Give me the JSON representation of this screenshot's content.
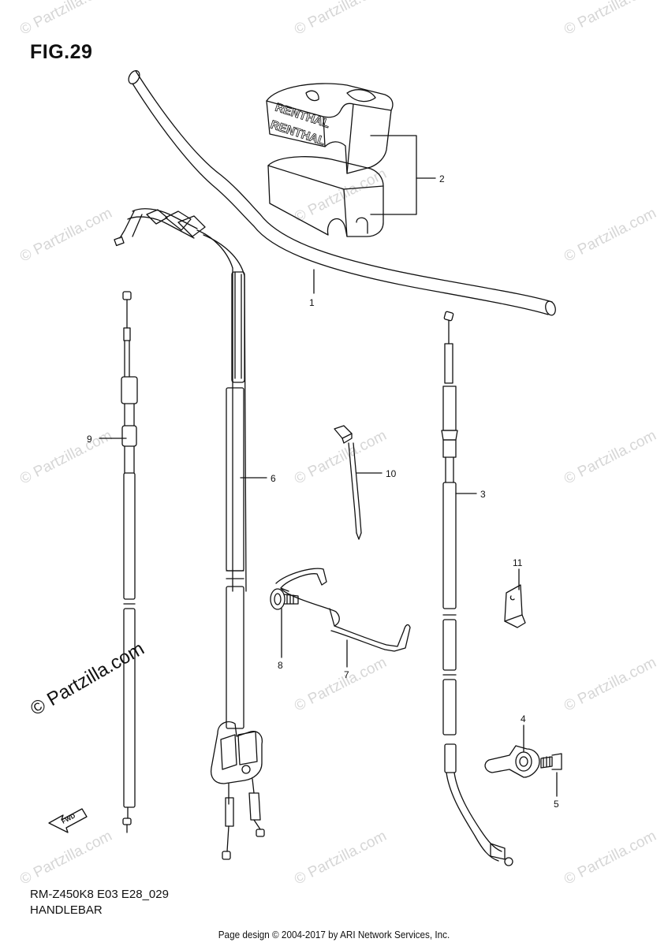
{
  "figure": {
    "title": "FIG.29"
  },
  "footer": {
    "model_code": "RM-Z450K8 E03 E28_029",
    "section_name": "HANDLEBAR",
    "credit": "Page design © 2004-2017 by ARI Network Services, Inc."
  },
  "watermark": {
    "text": "© Partzilla.com"
  },
  "pad": {
    "brand": "RENTHAL"
  },
  "fwd_label": "FWD",
  "callouts": [
    {
      "id": "callout-1",
      "number": "1"
    },
    {
      "id": "callout-2",
      "number": "2"
    },
    {
      "id": "callout-3",
      "number": "3"
    },
    {
      "id": "callout-4",
      "number": "4"
    },
    {
      "id": "callout-5",
      "number": "5"
    },
    {
      "id": "callout-6",
      "number": "6"
    },
    {
      "id": "callout-7",
      "number": "7"
    },
    {
      "id": "callout-8",
      "number": "8"
    },
    {
      "id": "callout-9",
      "number": "9"
    },
    {
      "id": "callout-10",
      "number": "10"
    },
    {
      "id": "callout-11",
      "number": "11"
    }
  ],
  "colors": {
    "line": "#111111",
    "watermark": "#d6d6d6",
    "background": "#ffffff"
  }
}
